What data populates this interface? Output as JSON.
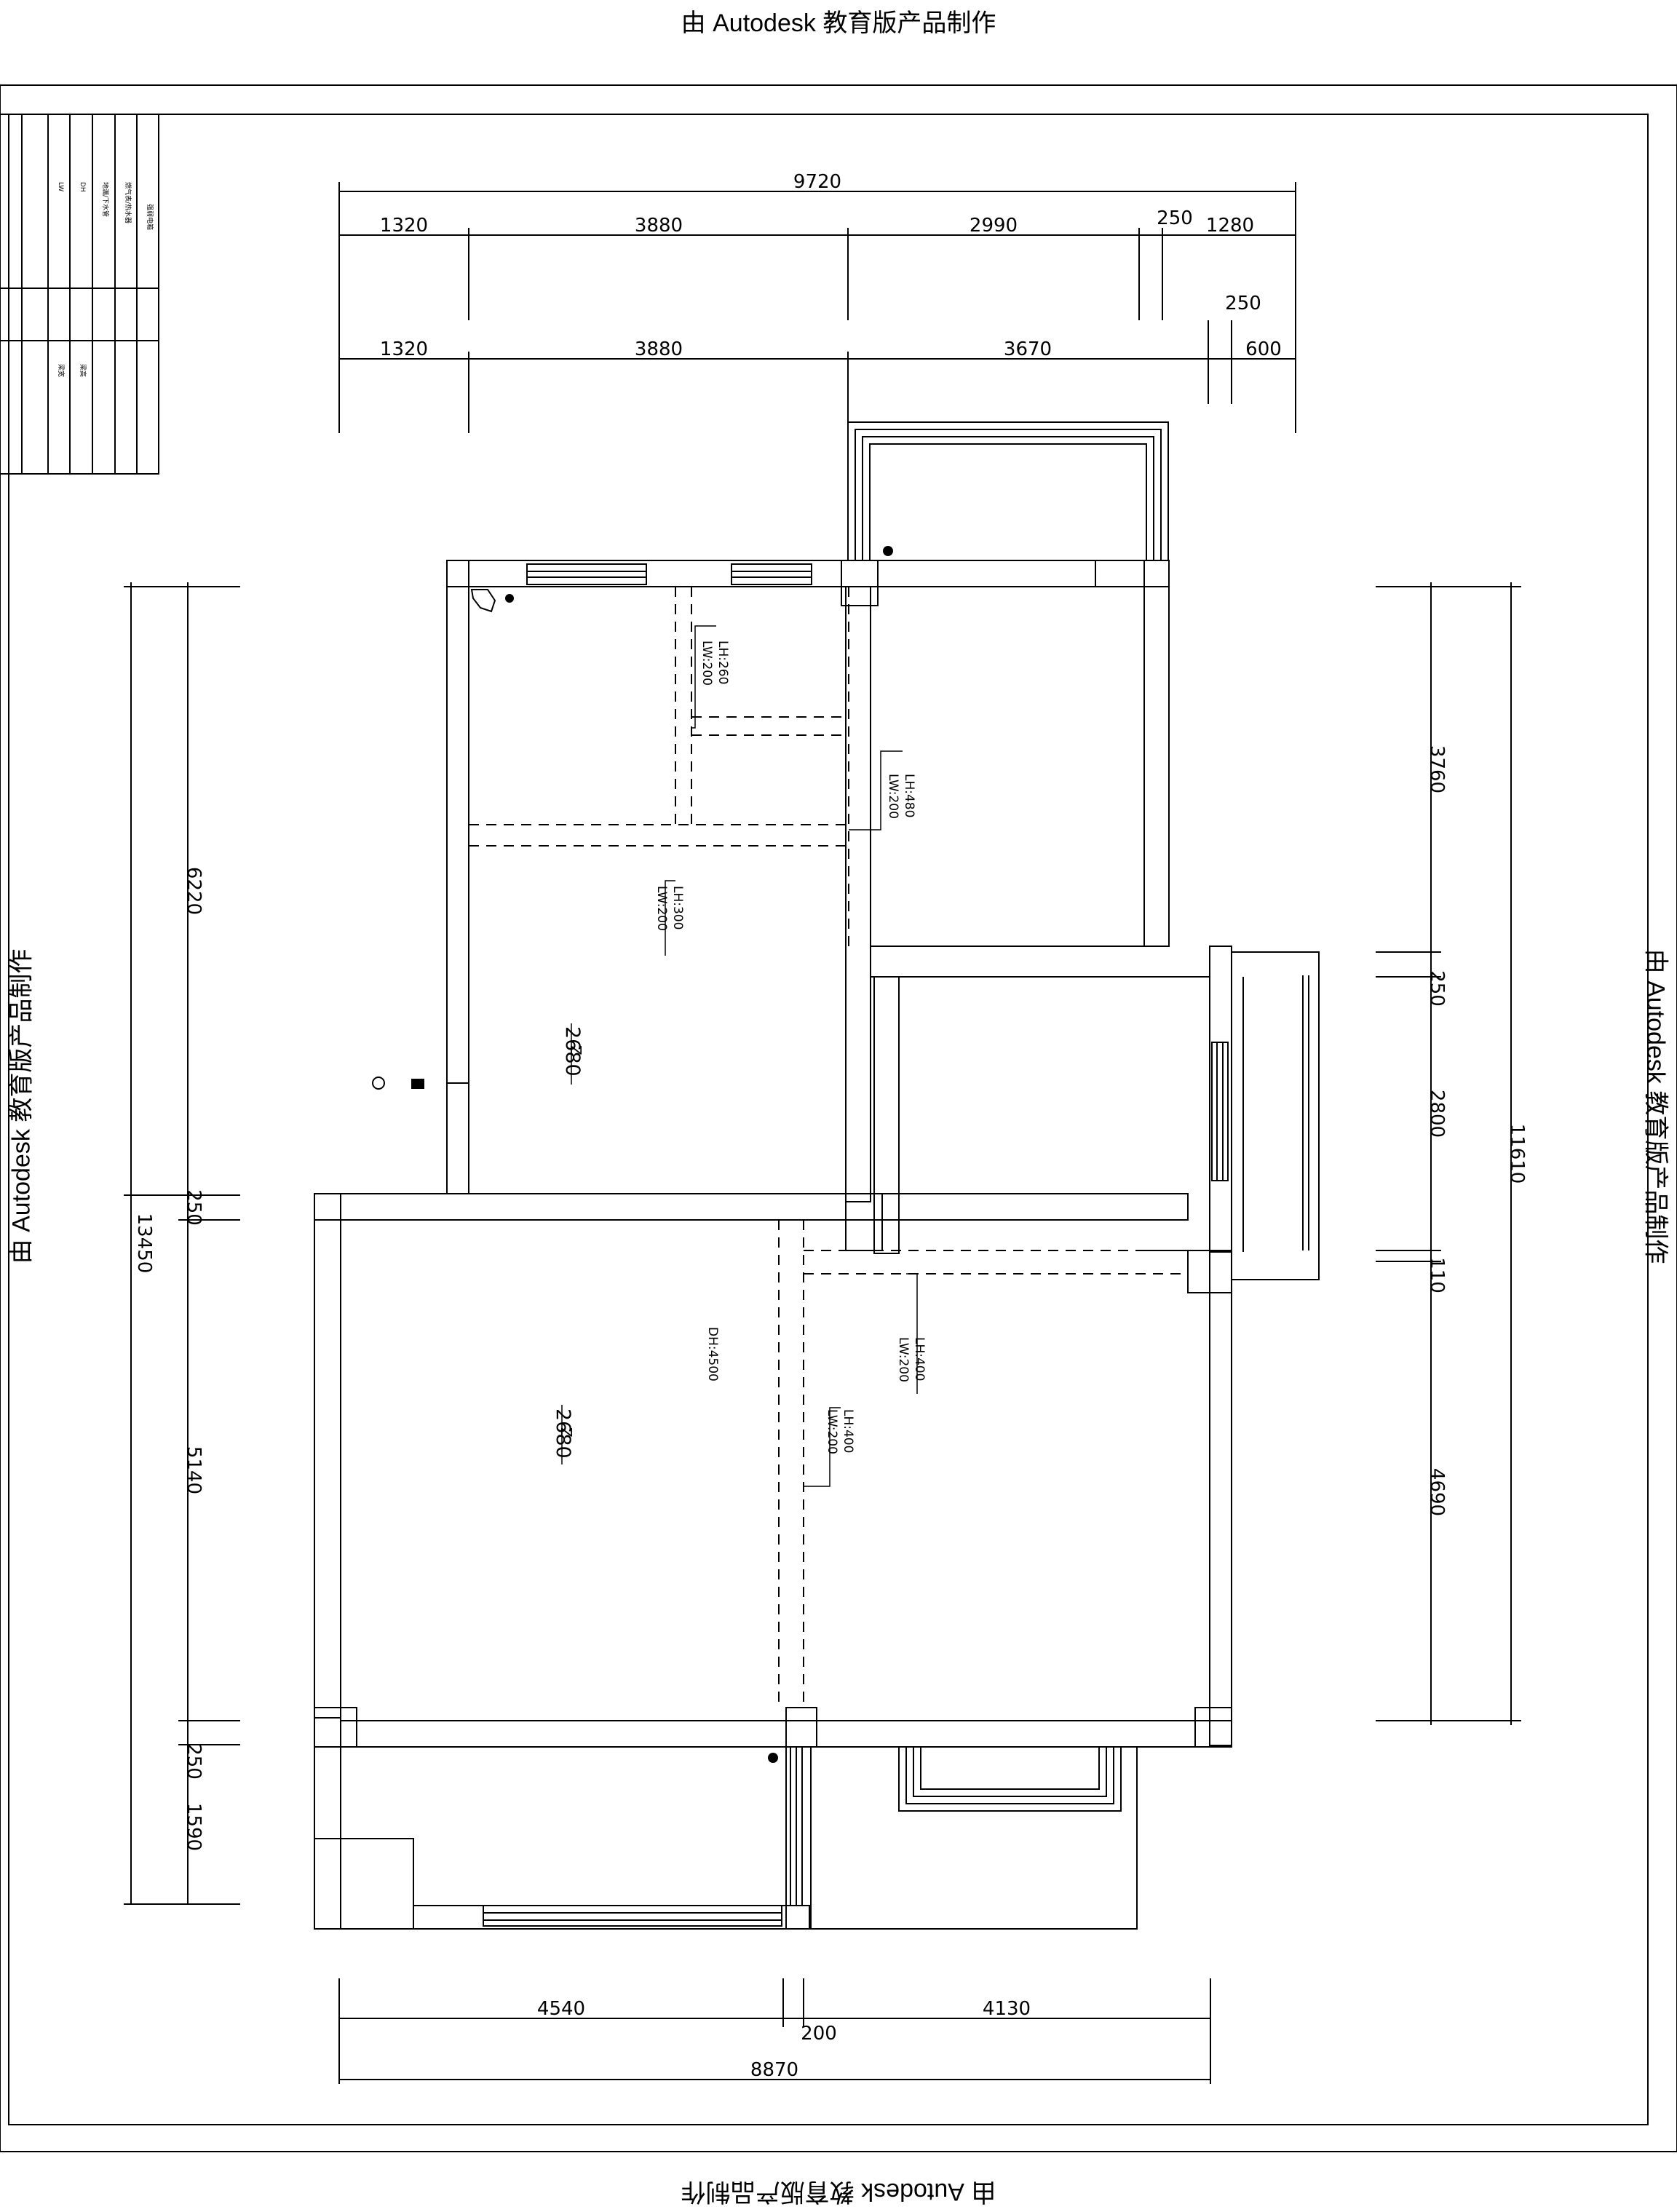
{
  "watermark": {
    "top": "由 Autodesk 教育版产品制作",
    "bottom": "由 Autodesk 教育版产品制作",
    "left": "由 Autodesk 教育版产品制作",
    "right": "由 Autodesk 教育版产品制作"
  },
  "dimensions": {
    "top_total": "9720",
    "top_row1": [
      "1320",
      "3880",
      "2990",
      "250",
      "1280"
    ],
    "top_row2": [
      "1320",
      "3880",
      "3670",
      "250",
      "600"
    ],
    "left_total": "13450",
    "left_segments": [
      "6220",
      "250",
      "5140",
      "250",
      "1590"
    ],
    "right_total": "11610",
    "right_segments": [
      "3760",
      "250",
      "2800",
      "110",
      "4690"
    ],
    "bottom_total": "8870",
    "bottom_segments": [
      "4540",
      "200",
      "4130"
    ]
  },
  "beam_labels": {
    "beam1": [
      "LH:260",
      "LW:200"
    ],
    "beam2": [
      "LH:480",
      "LW:200"
    ],
    "beam3": [
      "LH:300",
      "LW:200"
    ],
    "beam4": [
      "LH:400",
      "LW:200"
    ],
    "beam5": [
      "LH:400",
      "LW:200"
    ],
    "dh": "DH:4500"
  },
  "ceiling_heights": [
    "2680",
    "2680"
  ],
  "legend": {
    "rows": [
      {
        "code": "",
        "desc": "强弱电箱"
      },
      {
        "code": "",
        "desc": "燃气表/热水器"
      },
      {
        "code": "",
        "desc": "地漏/下水管"
      },
      {
        "code": "DH",
        "desc": "梁高"
      },
      {
        "code": "LW",
        "desc": "梁宽"
      }
    ]
  },
  "colors": {
    "line": "#000000",
    "background": "#ffffff"
  }
}
